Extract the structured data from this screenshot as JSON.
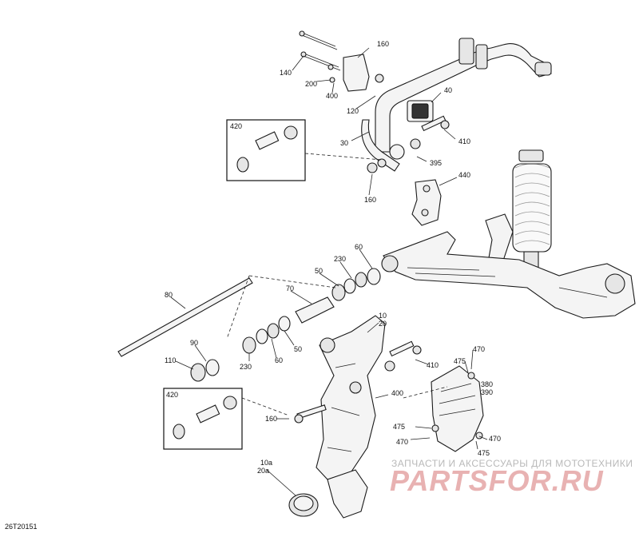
{
  "diagram": {
    "code": "26T20151",
    "callouts": {
      "c160a": "160",
      "c140": "140",
      "c200": "200",
      "c400a": "400",
      "c120": "120",
      "c40": "40",
      "c410a": "410",
      "c30": "30",
      "c395": "395",
      "c160b": "160",
      "c440": "440",
      "c420a": "420",
      "c60a": "60",
      "c230a": "230",
      "c50a": "50",
      "c70": "70",
      "c80": "80",
      "c90": "90",
      "c110": "110",
      "c230b": "230",
      "c60b": "60",
      "c50b": "50",
      "c10": "10",
      "c20": "20",
      "c410b": "410",
      "c470a": "470",
      "c475a": "475",
      "c380": "380",
      "c390": "390",
      "c400b": "400",
      "c420b": "420",
      "c160c": "160",
      "c475b": "475",
      "c470b": "470",
      "c470c": "470",
      "c475c": "475",
      "c10a": "10a",
      "c20a": "20a"
    }
  },
  "watermark": {
    "tagline": "ЗАПЧАСТИ И АКСЕССУАРЫ ДЛЯ МОТОТЕХНИКИ",
    "logo": "PARTSFOR.RU"
  }
}
